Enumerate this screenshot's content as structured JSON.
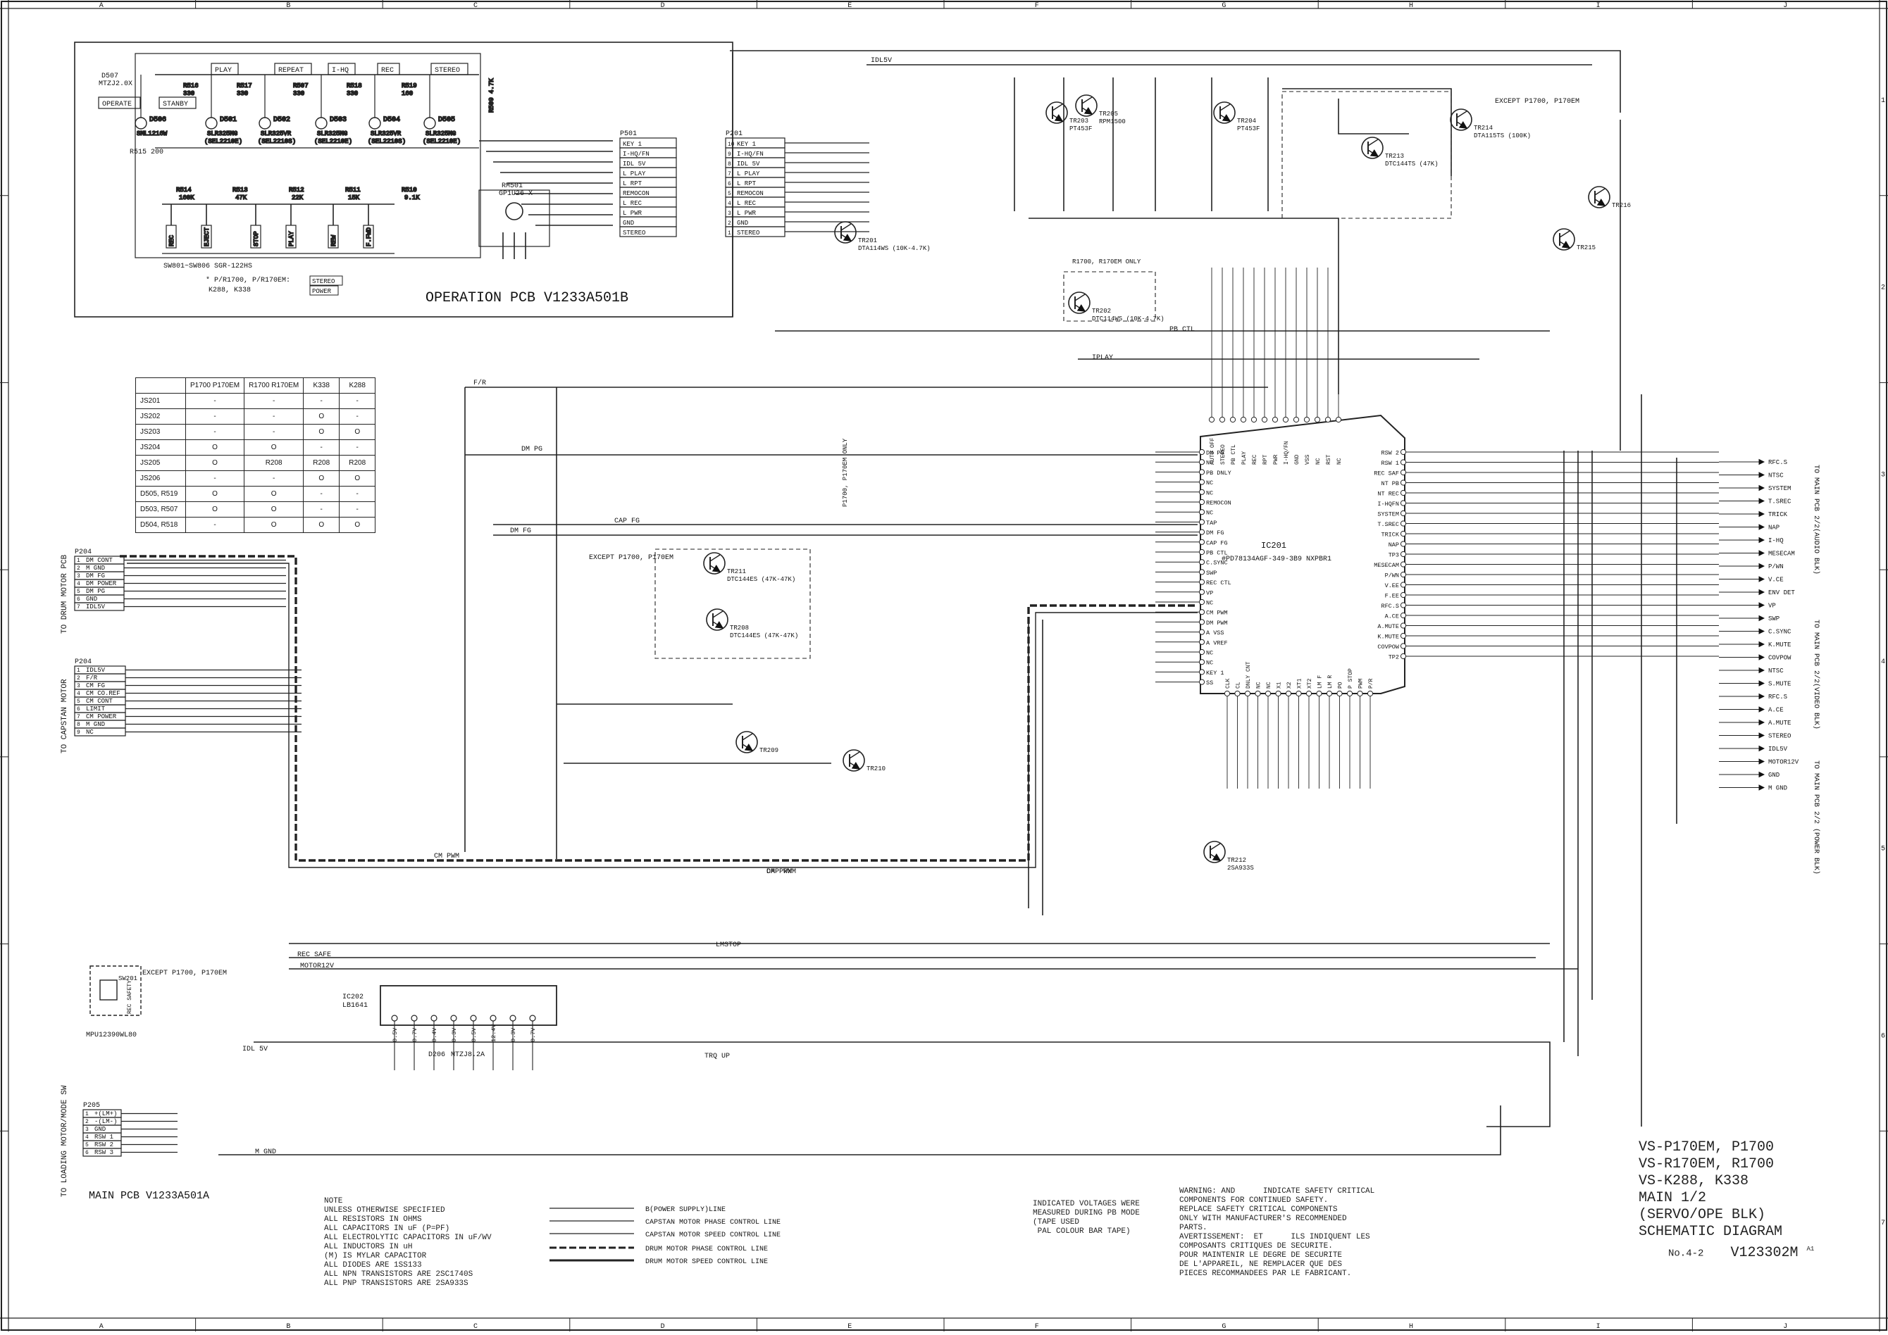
{
  "grid": {
    "cols": [
      "A",
      "B",
      "C",
      "D",
      "E",
      "F",
      "G",
      "H",
      "I",
      "J"
    ],
    "rows": [
      "1",
      "2",
      "3",
      "4",
      "5",
      "6",
      "7"
    ]
  },
  "operation_pcb": {
    "title": "OPERATION PCB V1233A501B",
    "buttons": [
      "OPERATE",
      "STANBY",
      "PLAY",
      "REPEAT",
      "I-HQ",
      "REC",
      "STEREO"
    ],
    "zener": {
      "ref": "D507",
      "part": "MTZJ2.0X"
    },
    "leds": [
      {
        "ref": "D506",
        "part": "SML1216W"
      },
      {
        "ref": "D501",
        "part": "SLR325MG (SEL2210E)"
      },
      {
        "ref": "D502",
        "part": "SLR325VR (SEL2210S)"
      },
      {
        "ref": "D503",
        "part": "SLR325MG (SEL2210E)"
      },
      {
        "ref": "D504",
        "part": "SLR325VR (SEL2210S)"
      },
      {
        "ref": "D505",
        "part": "SLR325MG (SEL2210E)"
      }
    ],
    "resistors_top": [
      "R516 330",
      "R517 330",
      "R507 330",
      "R518 330",
      "R519 160",
      "R509 4.7K",
      "R515 200"
    ],
    "resistors_bottom": [
      "R514 160K",
      "R513 47K",
      "R512 22K",
      "R511 15K",
      "R510 9.1K"
    ],
    "switch_labels": [
      "REC",
      "EJECT",
      "STOP",
      "PLAY",
      "REW",
      "F.FWD"
    ],
    "switch_note": "SW801~SW806 SGR-122HS",
    "model_note": "* P/R1700, P/R170EM:",
    "model_note_parts": "K288, K338",
    "stereo_box": "STEREO",
    "power_box": "POWER",
    "remote": {
      "ref": "RM501",
      "part": "GP1U26 X"
    }
  },
  "connectors": {
    "p501": {
      "ref": "P501",
      "pins": [
        "KEY 1",
        "I-HQ/FN",
        "IDL 5V",
        "L PLAY",
        "L RPT",
        "REMOCON",
        "L REC",
        "L PWR",
        "GND",
        "STEREO"
      ]
    },
    "p201": {
      "ref": "P201",
      "pins": [
        "KEY 1",
        "I-HQ/FN",
        "IDL 5V",
        "L PLAY",
        "L RPT",
        "REMOCON",
        "L REC",
        "L PWR",
        "GND",
        "STEREO"
      ]
    },
    "p204a": {
      "ref": "P204",
      "pins": [
        "DM CONT",
        "M GND",
        "DM FG",
        "DM POWER",
        "DM PG",
        "GND",
        "IDL5V"
      ]
    },
    "p204b": {
      "ref": "P204",
      "pins": [
        "IDL5V",
        "F/R",
        "CM FG",
        "CM CO.REF",
        "CM CONT",
        "LIMIT",
        "CM POWER",
        "M GND",
        "NC"
      ]
    },
    "p205": {
      "ref": "P205",
      "pins": [
        "+(LM+)",
        "-(LM-)",
        "GND",
        "RSW 1",
        "RSW 2",
        "RSW 3"
      ]
    }
  },
  "side_labels": {
    "drum_motor": "TO DRUM MOTOR PCB",
    "capstan_motor": "TO CAPSTAN MOTOR",
    "loading_motor": "TO LOADING MOTOR/MODE SW",
    "main_pcb_audio": "TO MAIN PCB 2/2(AUDIO BLK)",
    "main_pcb_video": "TO MAIN PCB 2/2(VIDEO BLK)",
    "main_pcb_power": "TO MAIN PCB 2/2 (POWER BLK)"
  },
  "jumper_table": {
    "headers": [
      "",
      "P1700 P170EM",
      "R1700 R170EM",
      "K338",
      "K288"
    ],
    "rows": [
      [
        "JS201",
        "-",
        "-",
        "-",
        "-"
      ],
      [
        "JS202",
        "-",
        "-",
        "O",
        "-"
      ],
      [
        "JS203",
        "-",
        "-",
        "O",
        "O"
      ],
      [
        "JS204",
        "O",
        "O",
        "-",
        "-"
      ],
      [
        "JS205",
        "O",
        "R208",
        "R208",
        "R208"
      ],
      [
        "JS206",
        "-",
        "-",
        "O",
        "O"
      ],
      [
        "D505, R519",
        "O",
        "O",
        "-",
        "-"
      ],
      [
        "D503, R507",
        "O",
        "O",
        "-",
        "-"
      ],
      [
        "D504, R518",
        "-",
        "O",
        "O",
        "O"
      ]
    ]
  },
  "ic": {
    "ref": "IC201",
    "part": "#PD78134AGF-349-3B9 NXPBR1",
    "left_pins": [
      "DM PG",
      "NC",
      "PB DNLY",
      "NC",
      "NC",
      "REMOCON",
      "NC",
      "TAP",
      "DM FG",
      "CAP FG",
      "PB CTL",
      "C.SYNC",
      "SWP",
      "REC CTL",
      "VP",
      "NC",
      "CM PWM",
      "DM PWM",
      "A VSS",
      "A VREF",
      "NC",
      "NC",
      "KEY 1",
      "SS"
    ],
    "right_pins": [
      "RSW 2",
      "RSW 1",
      "REC SAF",
      "NT PB",
      "NT REC",
      "I-HQFN",
      "SYSTEM",
      "T.SREC",
      "TRICK",
      "NAP",
      "TP3",
      "MESECAM",
      "P/WN",
      "V.EE",
      "F.EE",
      "RFC.S",
      "A.CE",
      "A.MUTE",
      "K.MUTE",
      "COVPOW",
      "TP2"
    ],
    "top_pins": [
      "AUTO OFF",
      "STEREO",
      "PB CTL",
      "PLAY",
      "REC",
      "RPT",
      "PWR",
      "I-HQ/FN",
      "GND",
      "VSS",
      "NC",
      "RST",
      "NC"
    ],
    "bottom_pins": [
      "CLK",
      "CL",
      "DNLY CNT",
      "NC",
      "NC",
      "X1",
      "X2",
      "XT1",
      "XT2",
      "LM F",
      "LM R",
      "PO",
      "P STOP",
      "PWM",
      "P/R"
    ]
  },
  "transistors": [
    "TR201 DTA114WS (10K-4.7K)",
    "TR202 DTC114WS (10K-4.7K)",
    "TR203 PT453F",
    "TR204 PT453F",
    "TR205 RPM1500",
    "TR213 DTC144TS (47K)",
    "TR214 DTA115TS (100K)",
    "TR215",
    "TR216",
    "TR211 DTC144ES (47K-47K)",
    "TR208 DTC144ES (47K-47K)",
    "TR209",
    "TR210",
    "TR212 2SA933S"
  ],
  "signals": [
    "IDL5V",
    "PB CTL",
    "F/R",
    "DM PG",
    "DM FG",
    "CAP FG",
    "CM PWM",
    "DM PWM",
    "CAP PWM",
    "REC SAFE",
    "MOTOR12V",
    "TRQ UP",
    "M GND",
    "LMSTOP",
    "IDL 5V",
    "IPLAY"
  ],
  "right_outputs": [
    "RFC.S",
    "NTSC",
    "SYSTEM",
    "T.SREC",
    "TRICK",
    "NAP",
    "I-HQ",
    "MESECAM",
    "P/WN",
    "V.CE",
    "ENV DET",
    "VP",
    "SWP",
    "C.SYNC",
    "K.MUTE",
    "COVPOW",
    "NTSC",
    "S.MUTE",
    "RFC.S",
    "A.CE",
    "A.MUTE",
    "STEREO",
    "IDL5V",
    "MOTOR12V",
    "GND",
    "M GND"
  ],
  "ic202": {
    "ref": "IC202",
    "part": "LB1641",
    "voltages": [
      "0.5V",
      "0.7V",
      "0.4V",
      "0.3V",
      "0.5V",
      "12.4V",
      "0.3V",
      "0.7V"
    ]
  },
  "loading_zener": {
    "ref": "D206",
    "part": "MTZJ8.2A"
  },
  "except_notes": [
    "EXCEPT P1700, P170EM",
    "EXCEPT P1700, P170EM",
    "EXCEPT P1700, P170EM",
    "P1700, P170EM ONLY",
    "R1700, R170EM ONLY"
  ],
  "switch_rec_safe": {
    "ref": "SW201",
    "label": "REC SAFETY",
    "part": "MPU12390WL80"
  },
  "main_pcb_label": "MAIN PCB V1233A501A",
  "legend": {
    "note_header": "NOTE",
    "notes": [
      "UNLESS OTHERWISE SPECIFIED",
      "ALL RESISTORS IN OHMS",
      "ALL CAPACITORS IN uF (P=PF)",
      "ALL ELECTROLYTIC CAPACITORS IN uF/WV",
      "ALL INDUCTORS IN uH",
      "(M) IS MYLAR CAPACITOR",
      "ALL DIODES ARE 1SS133",
      "ALL NPN TRANSISTORS ARE 2SC1740S",
      "ALL PNP TRANSISTORS ARE 2SA933S"
    ],
    "lines": [
      "B(POWER SUPPLY)LINE",
      "CAPSTAN MOTOR PHASE CONTROL LINE",
      "CAPSTAN MOTOR SPEED CONTROL LINE",
      "DRUM MOTOR PHASE CONTROL LINE",
      "DRUM MOTOR SPEED CONTROL LINE"
    ],
    "voltage_note": [
      "INDICATED VOLTAGES WERE",
      "MEASURED DURING PB MODE",
      "(TAPE USED",
      " PAL COLOUR BAR TAPE)"
    ],
    "warning": [
      "WARNING: AND      INDICATE SAFETY CRITICAL",
      "COMPONENTS FOR CONTINUED SAFETY.",
      "REPLACE SAFETY CRITICAL COMPONENTS",
      "ONLY WITH MANUFACTURER'S RECOMMENDED",
      "PARTS.",
      "AVERTISSEMENT:  ET      ILS INDIQUENT LES",
      "COMPOSANTS CRITIQUES DE SECURITE.",
      "POUR MAINTENIR LE DEGRE DE SECURITE",
      "DE L'APPAREIL, NE REMPLACER QUE DES",
      "PIECES RECOMMANDEES PAR LE FABRICANT."
    ]
  },
  "title_block": {
    "models": [
      "VS-P170EM, P1700",
      "VS-R170EM, R1700",
      "VS-K288, K338"
    ],
    "sheet": "MAIN 1/2",
    "block": "(SERVO/OPE BLK)",
    "doc_type": "SCHEMATIC DIAGRAM",
    "number_label": "No.4-2",
    "number": "V123302M",
    "revision": "A1"
  }
}
